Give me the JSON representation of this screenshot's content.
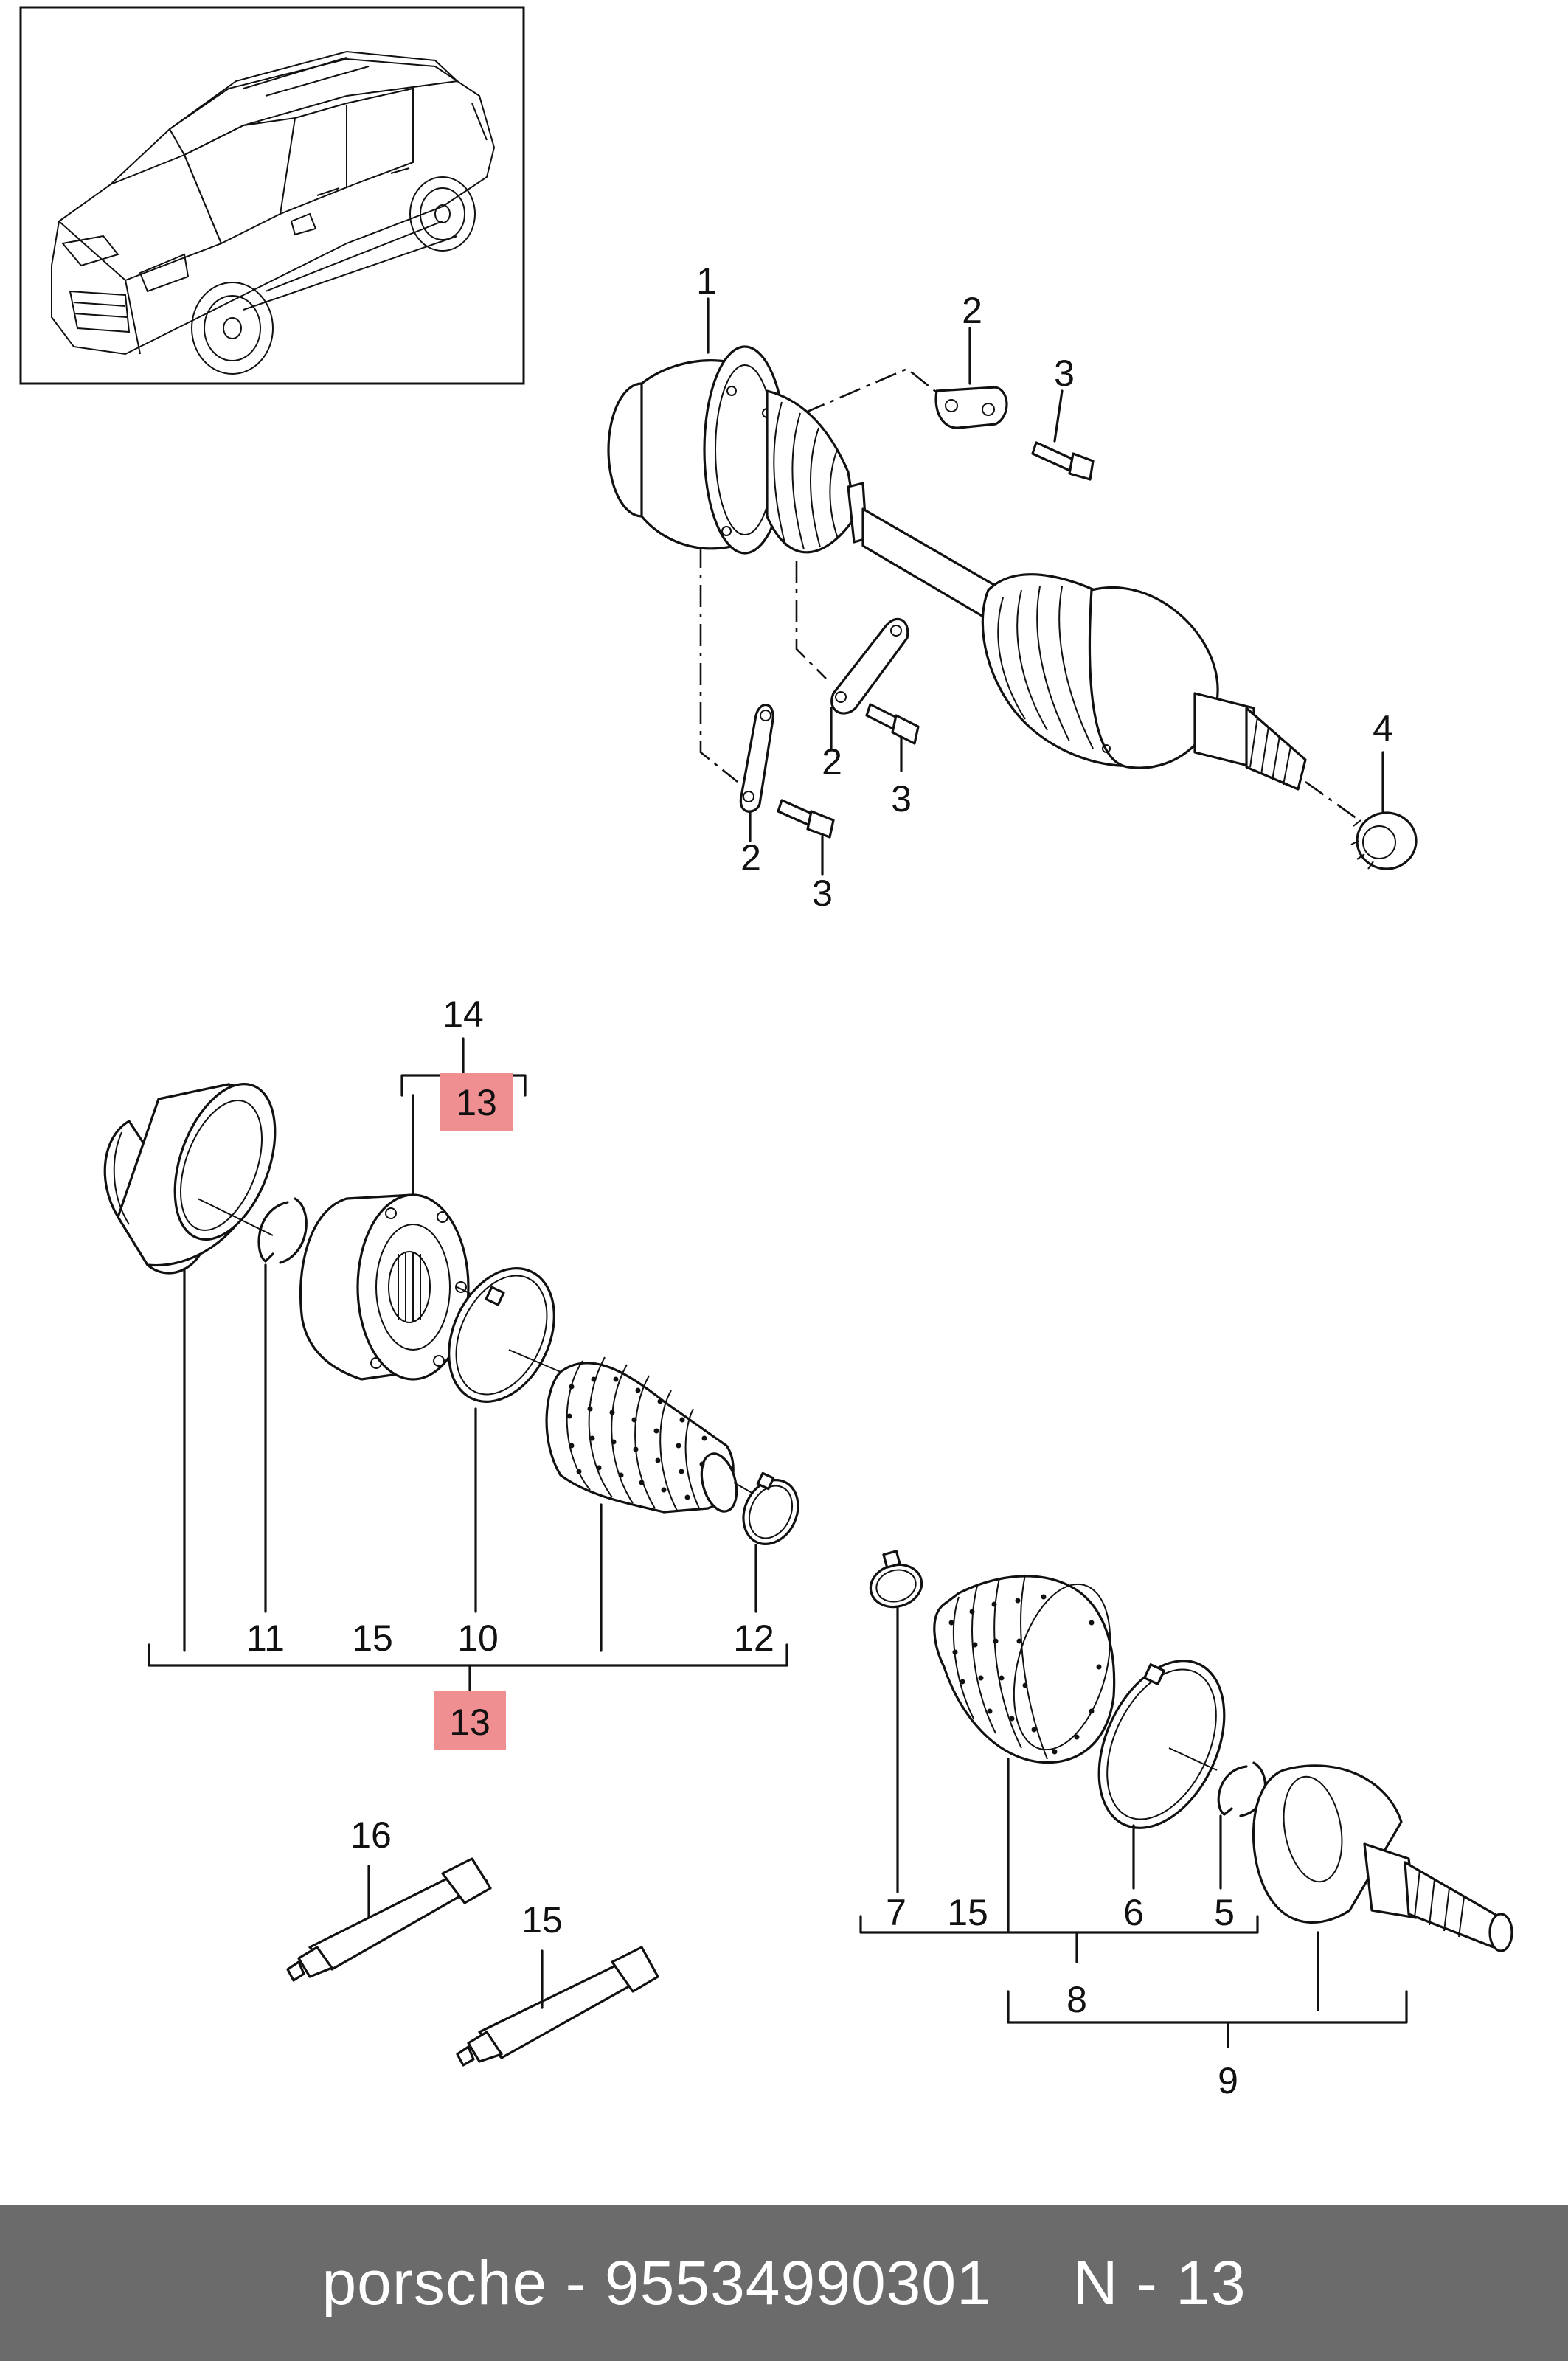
{
  "labels": {
    "c1": "1",
    "c2a": "2",
    "c3a": "3",
    "c2b": "2",
    "c3b": "3",
    "c2c": "2",
    "c3c": "3",
    "c4": "4",
    "c14": "14",
    "c13a": "13",
    "c11": "11",
    "c15a": "15",
    "c10": "10",
    "c12": "12",
    "c13b": "13",
    "c16": "16",
    "c15b": "15",
    "c7": "7",
    "c15c": "15",
    "c6": "6",
    "c5": "5",
    "c8": "8",
    "c9": "9"
  },
  "highlight_color": "#f08f92",
  "footer": {
    "brand_part": "porsche - 95534990301",
    "position": "N - 13"
  }
}
